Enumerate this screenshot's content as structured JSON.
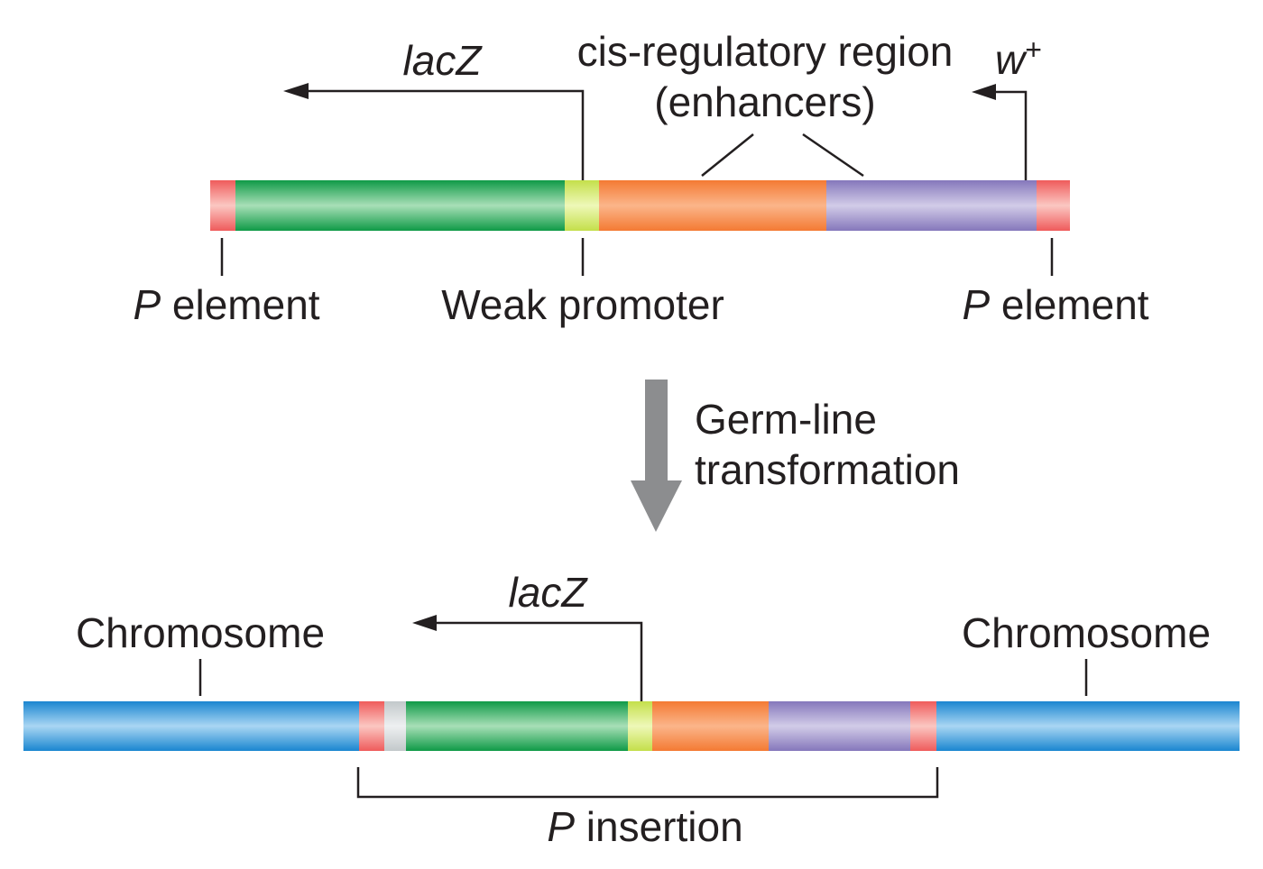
{
  "top_construct": {
    "lacz_label": "lacZ",
    "cis_line1": "cis-regulatory region",
    "cis_line2": "(enhancers)",
    "w_label": "w",
    "w_sup": "+",
    "p_element_left_italic": "P",
    "p_element_left_rest": " element",
    "weak_promoter": "Weak promoter",
    "p_element_right_italic": "P",
    "p_element_right_rest": " element"
  },
  "transition": {
    "line1": "Germ-line",
    "line2": "transformation"
  },
  "bottom_construct": {
    "lacz_label": "lacZ",
    "chromosome_left": "Chromosome",
    "chromosome_right": "Chromosome",
    "p_insertion_italic": "P",
    "p_insertion_rest": " insertion"
  },
  "colors": {
    "p_element": "#f26b6b",
    "lacz": "#1aa150",
    "weak_promoter": "#cde65a",
    "enhancer_orange": "#f5803a",
    "enhancer_purple": "#8d7fc1",
    "chromosome": "#1e8fd6",
    "spacer": "#c9cfd1",
    "arrow_gray": "#8c8d8f",
    "line": "#231f20"
  }
}
